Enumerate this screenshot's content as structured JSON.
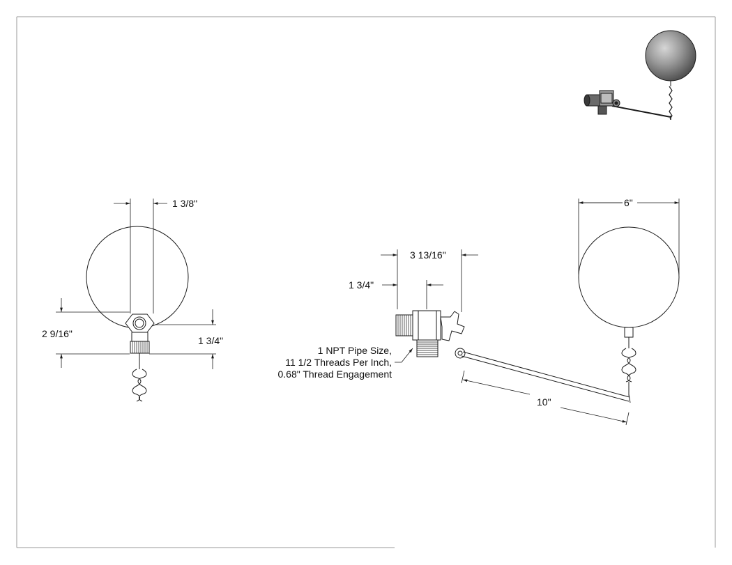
{
  "left_view": {
    "dim_width_top": "1 3/8\"",
    "dim_height_left": "2 9/16\"",
    "dim_height_right": "1 3/4\""
  },
  "side_view": {
    "dim_top_overall": "3 13/16\"",
    "dim_top_inner": "1 3/4\"",
    "dim_ball_dia": "6\"",
    "dim_arm_length": "10\"",
    "note_lines": [
      "1 NPT Pipe Size,",
      "11 1/2 Threads Per Inch,",
      "0.68\" Thread Engagement"
    ]
  },
  "iso_view": {
    "ball_color": "#8a8a8a"
  },
  "colors": {
    "line": "#1a1a1a",
    "border": "#9a9a9a"
  }
}
